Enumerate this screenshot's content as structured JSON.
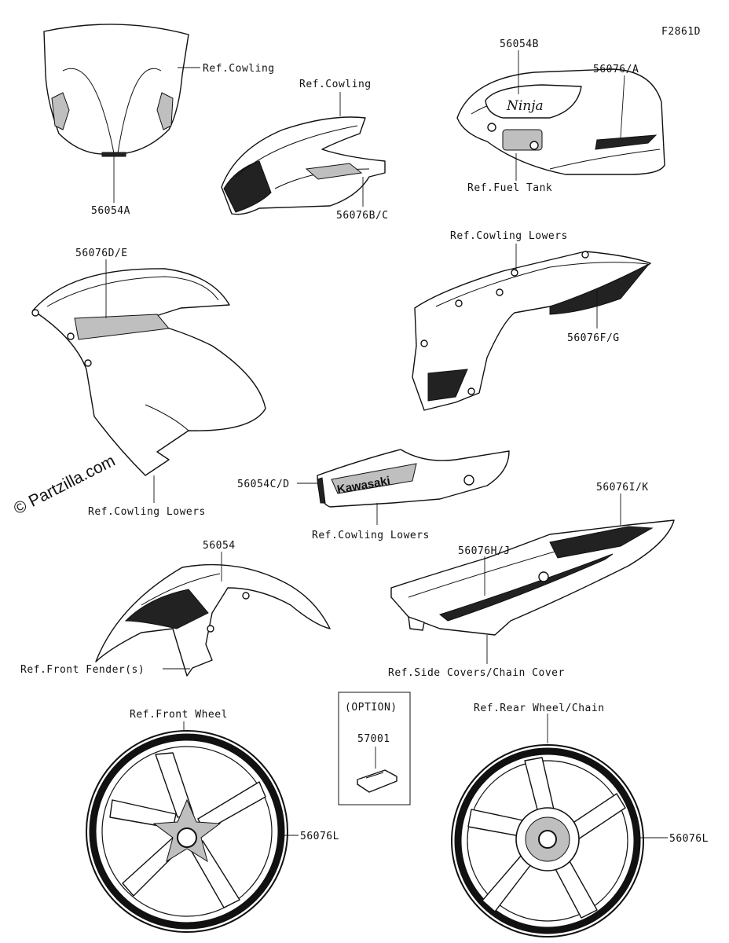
{
  "figure_code": "F2861D",
  "watermark": "© Partzilla.com",
  "labels": {
    "ref_cowling_screen": "Ref.Cowling",
    "part_56054A": "56054A",
    "ref_cowling_upper": "Ref.Cowling",
    "part_56076BC": "56076B/C",
    "part_56054B": "56054B",
    "part_56076A": "56076/A",
    "ref_fuel_tank": "Ref.Fuel Tank",
    "part_56076DE": "56076D/E",
    "ref_cowling_lowers_left": "Ref.Cowling Lowers",
    "ref_cowling_lowers_right": "Ref.Cowling Lowers",
    "part_56076FG": "56076F/G",
    "part_56054CD": "56054C/D",
    "ref_cowling_lowers_under": "Ref.Cowling Lowers",
    "part_56076IK": "56076I/K",
    "part_56076HJ": "56076H/J",
    "part_56054": "56054",
    "ref_front_fender": "Ref.Front Fender(s)",
    "ref_side_covers": "Ref.Side Covers/Chain Cover",
    "option_title": "(OPTION)",
    "part_57001": "57001",
    "ref_front_wheel": "Ref.Front Wheel",
    "part_56076L_front": "56076L",
    "ref_rear_wheel": "Ref.Rear Wheel/Chain",
    "part_56076L_rear": "56076L"
  },
  "decal_text": {
    "tank_logo": "Ninja",
    "lower_logo": "Kawasaki"
  }
}
